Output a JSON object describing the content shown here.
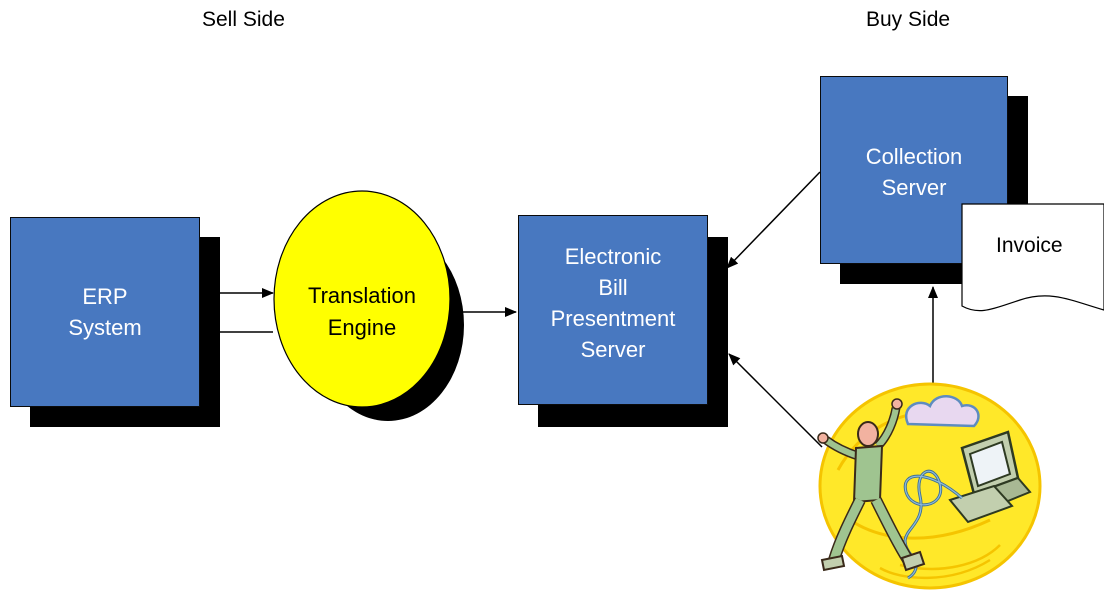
{
  "headers": {
    "sell_side": "Sell Side",
    "buy_side": "Buy Side"
  },
  "nodes": {
    "erp": {
      "label": "ERP\nSystem",
      "fill": "#4878c0"
    },
    "translation": {
      "label": "Translation\nEngine",
      "fill": "#ffff00"
    },
    "ebp": {
      "label": "Electronic\nBill\nPresentment\nServer",
      "fill": "#4878c0"
    },
    "collection": {
      "label": "Collection\nServer",
      "fill": "#4878c0"
    },
    "invoice": {
      "label": "Invoice"
    }
  },
  "edges": [
    {
      "from": "erp",
      "to": "translation"
    },
    {
      "from": "translation",
      "to": "erp"
    },
    {
      "from": "translation",
      "to": "ebp"
    },
    {
      "from": "collection",
      "to": "ebp"
    },
    {
      "from": "user",
      "to": "ebp"
    },
    {
      "from": "user",
      "to": "collection"
    }
  ],
  "illustration": {
    "icon": "user-at-computer-clipart",
    "colors": {
      "halo": "#ffe829",
      "halo_stroke": "#f5c400",
      "person": "#9fc490",
      "skin": "#f2b2a0",
      "cloud": "#e8d8f0",
      "computer": "#c2cfae",
      "cable": "#6e9ec0"
    }
  }
}
